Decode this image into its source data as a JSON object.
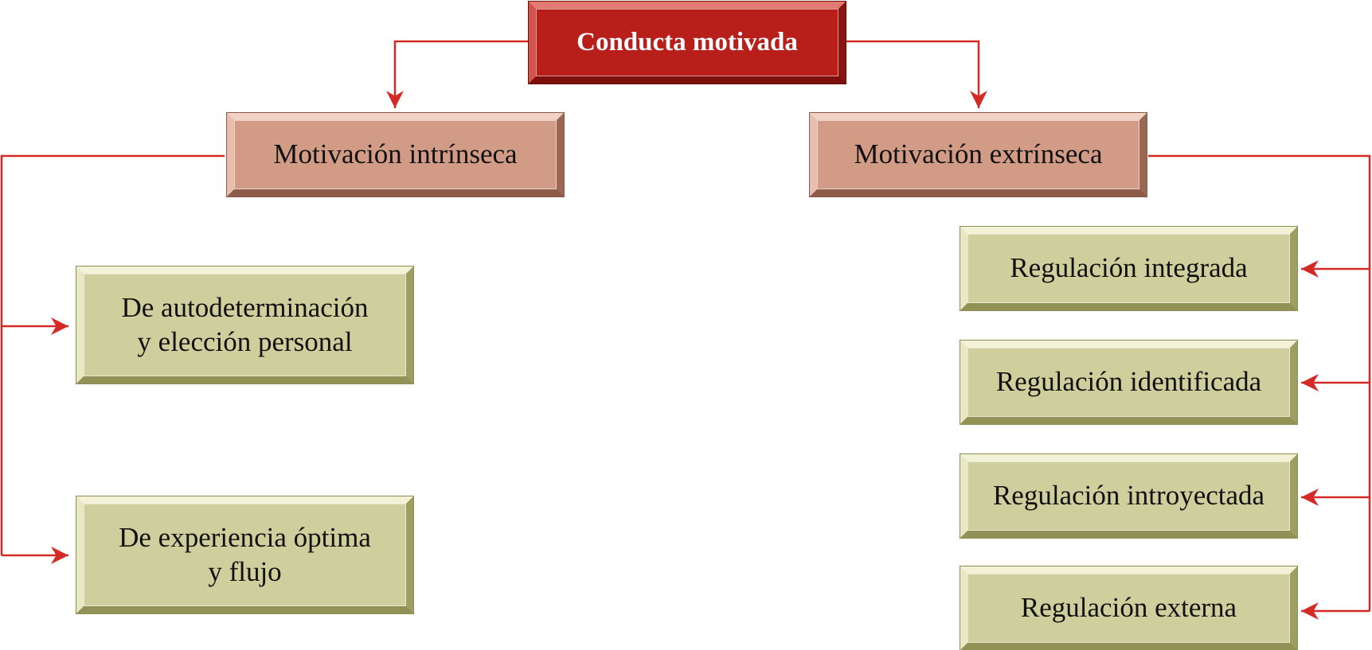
{
  "diagram": {
    "root": {
      "label": "Conducta motivada"
    },
    "intrinsic": {
      "label": "Motivación intrínseca",
      "children": [
        {
          "label": "De autodeterminación\ny elección personal"
        },
        {
          "label": "De experiencia óptima\ny flujo"
        }
      ]
    },
    "extrinsic": {
      "label": "Motivación extrínseca",
      "children": [
        {
          "label": "Regulación integrada"
        },
        {
          "label": "Regulación identificada"
        },
        {
          "label": "Regulación introyectada"
        },
        {
          "label": "Regulación externa"
        }
      ]
    },
    "colors": {
      "root_fill": "#b81e1a",
      "category_fill": "#d19b86",
      "leaf_fill": "#cfcf9d",
      "connector": "#d42a25"
    }
  }
}
